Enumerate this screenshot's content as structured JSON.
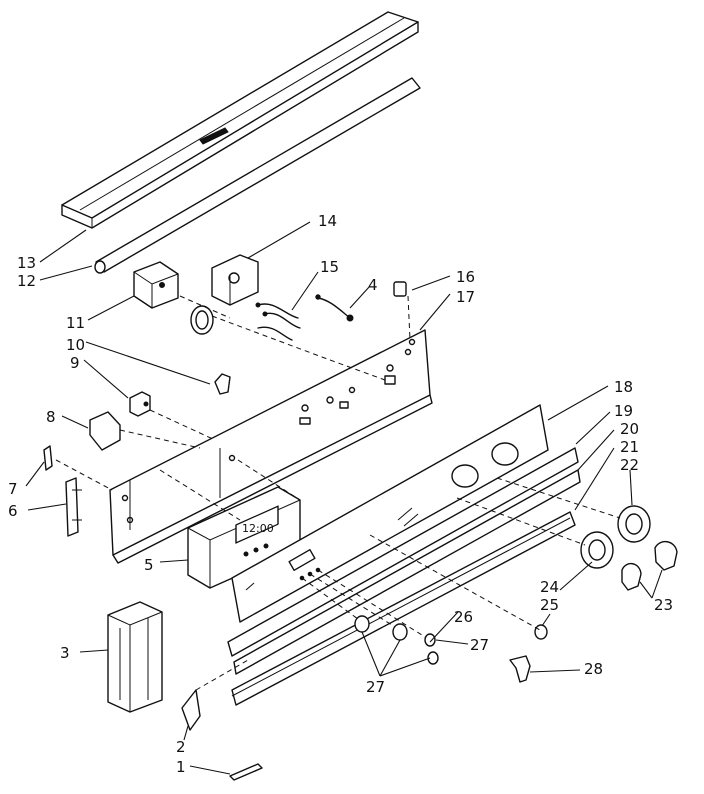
{
  "diagram": {
    "callouts": [
      {
        "id": "c1",
        "text": "1"
      },
      {
        "id": "c2",
        "text": "2"
      },
      {
        "id": "c3",
        "text": "3"
      },
      {
        "id": "c4",
        "text": "4"
      },
      {
        "id": "c5",
        "text": "5"
      },
      {
        "id": "c6",
        "text": "6"
      },
      {
        "id": "c7",
        "text": "7"
      },
      {
        "id": "c8",
        "text": "8"
      },
      {
        "id": "c9",
        "text": "9"
      },
      {
        "id": "c10",
        "text": "10"
      },
      {
        "id": "c11",
        "text": "11"
      },
      {
        "id": "c12",
        "text": "12"
      },
      {
        "id": "c13",
        "text": "13"
      },
      {
        "id": "c14",
        "text": "14"
      },
      {
        "id": "c15",
        "text": "15"
      },
      {
        "id": "c16",
        "text": "16"
      },
      {
        "id": "c17",
        "text": "17"
      },
      {
        "id": "c18",
        "text": "18"
      },
      {
        "id": "c19",
        "text": "19"
      },
      {
        "id": "c20",
        "text": "20"
      },
      {
        "id": "c21",
        "text": "21"
      },
      {
        "id": "c22",
        "text": "22"
      },
      {
        "id": "c23",
        "text": "23"
      },
      {
        "id": "c24",
        "text": "24"
      },
      {
        "id": "c25",
        "text": "25"
      },
      {
        "id": "c26",
        "text": "26"
      },
      {
        "id": "c27a",
        "text": "27"
      },
      {
        "id": "c27b",
        "text": "27"
      },
      {
        "id": "c28",
        "text": "28"
      }
    ],
    "clock_display": "12:00"
  }
}
